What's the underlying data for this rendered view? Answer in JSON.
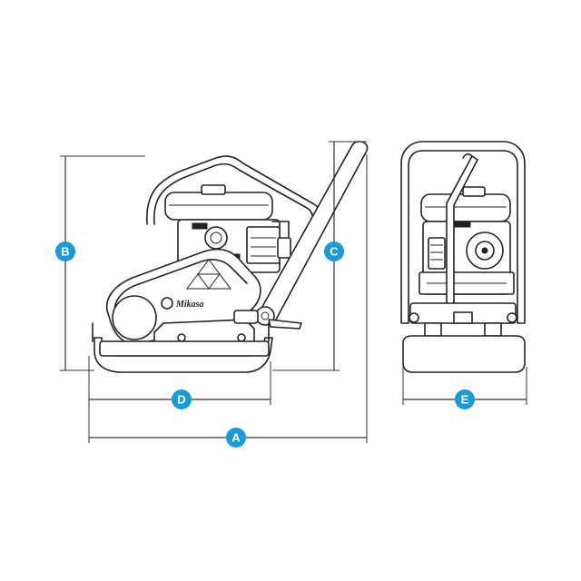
{
  "colors": {
    "badge": "#1a9ad6",
    "line": "#222222",
    "background": "#ffffff"
  },
  "dimensions": {
    "A": "A",
    "B": "B",
    "C": "C",
    "D": "D",
    "E": "E"
  },
  "logo": "Mikasa"
}
